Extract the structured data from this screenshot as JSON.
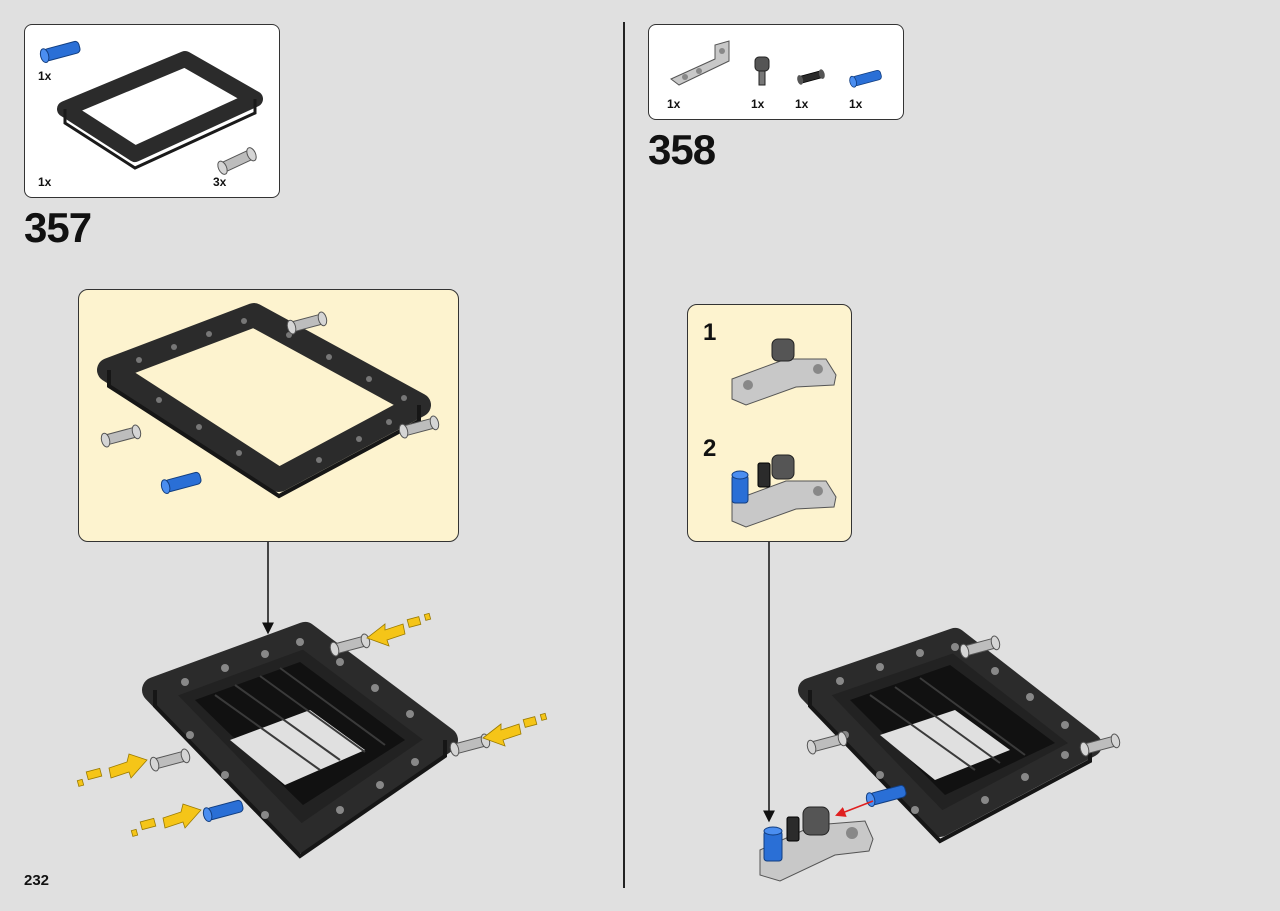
{
  "page": {
    "number": "232"
  },
  "steps": [
    {
      "number": "357",
      "parts": [
        {
          "name": "blue-axle-pin-icon",
          "qty": "1x"
        },
        {
          "name": "frame-5x7-icon",
          "qty": "1x"
        },
        {
          "name": "grey-pin-icon",
          "qty": "3x"
        }
      ]
    },
    {
      "number": "358",
      "parts": [
        {
          "name": "grey-angled-beam-icon",
          "qty": "1x"
        },
        {
          "name": "dark-grey-connector-icon",
          "qty": "1x"
        },
        {
          "name": "black-pin-icon",
          "qty": "1x"
        },
        {
          "name": "blue-axle-pin-icon",
          "qty": "1x"
        }
      ],
      "substeps": [
        "1",
        "2"
      ]
    }
  ],
  "colors": {
    "background": "#e0e0e0",
    "callout": "#fdf3cf",
    "frame": "#2b2b2b",
    "blue_part": "#2a6fd6",
    "grey_part": "#b8b8b8",
    "arrow_yellow": "#f5c518",
    "arrow_red": "#e02020"
  }
}
